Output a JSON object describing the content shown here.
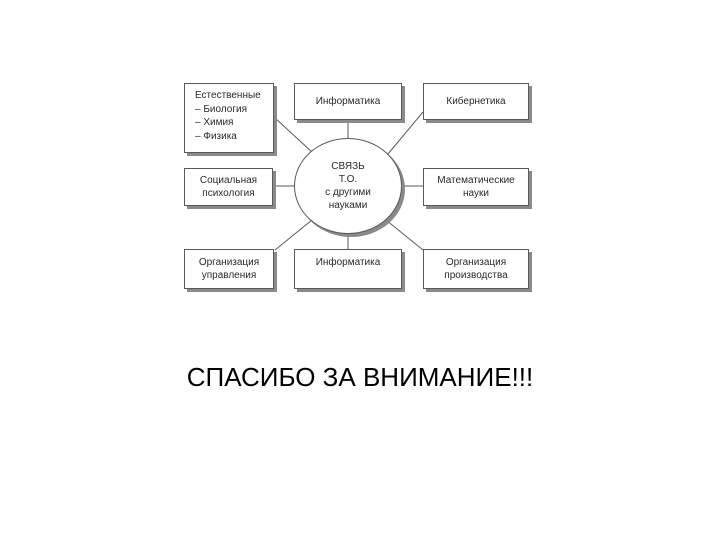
{
  "diagram": {
    "hub": {
      "lines": [
        "СВЯЗЬ",
        "Т.О.",
        "с другими",
        "науками"
      ]
    },
    "nodes": {
      "natural": {
        "lines": [
          "Естественные",
          "– Биология",
          "– Химия",
          "– Физика"
        ]
      },
      "informatics_top": {
        "lines": [
          "Информатика"
        ]
      },
      "cybernetics": {
        "lines": [
          "Кибернетика"
        ]
      },
      "social_psych": {
        "lines": [
          "Социальная",
          "психология"
        ]
      },
      "math_sciences": {
        "lines": [
          "Математические",
          "науки"
        ]
      },
      "org_management": {
        "lines": [
          "Организация",
          "управления"
        ]
      },
      "informatics_bottom": {
        "lines": [
          "Информатика"
        ]
      },
      "org_production": {
        "lines": [
          "Организация",
          "производства"
        ]
      }
    }
  },
  "footer": {
    "thanks_text": "СПАСИБО ЗА ВНИМАНИЕ!!!"
  },
  "colors": {
    "border": "#5a5a5a",
    "shadow": "#8a8a8a",
    "text": "#2a2a2a",
    "background": "#ffffff"
  }
}
